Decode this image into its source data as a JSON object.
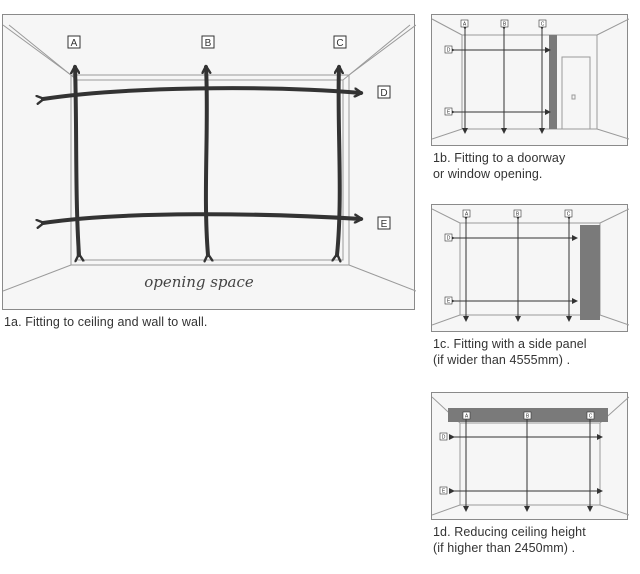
{
  "fig_1a": {
    "caption": "1a. Fitting to ceiling and wall to wall.",
    "labels": {
      "a": "A",
      "b": "B",
      "c": "C",
      "d": "D",
      "e": "E"
    },
    "annotation": "opening space"
  },
  "fig_1b": {
    "caption_line1": "1b. Fitting to a doorway",
    "caption_line2": "or window opening.",
    "labels": {
      "a": "A",
      "b": "B",
      "c": "C",
      "d": "D",
      "e": "E"
    }
  },
  "fig_1c": {
    "caption_line1": "1c. Fitting with a side panel",
    "caption_line2": "(if wider than 4555mm) .",
    "labels": {
      "a": "A",
      "b": "B",
      "c": "C",
      "d": "D",
      "e": "E"
    }
  },
  "fig_1d": {
    "caption_line1": "1d. Reducing ceiling height",
    "caption_line2": "(if higher than 2450mm) .",
    "labels": {
      "a": "A",
      "b": "B",
      "c": "C",
      "d": "D",
      "e": "E"
    }
  }
}
